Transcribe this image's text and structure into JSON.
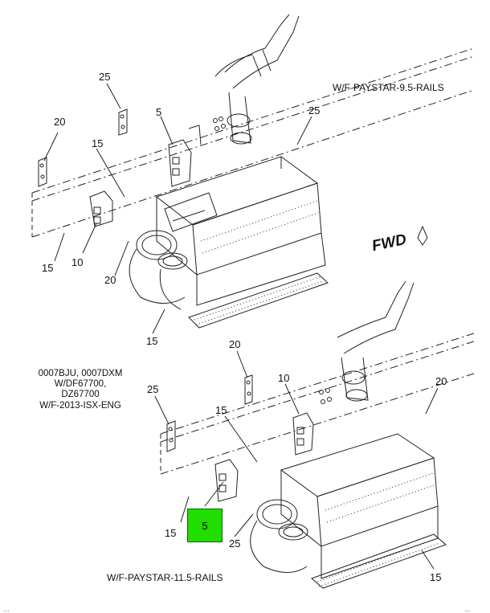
{
  "top_assembly_label": "W/F-PAYSTAR-9.5-RAILS",
  "bottom_assembly_label": "W/F-PAYSTAR-11.5-RAILS",
  "fwd_label": "FWD",
  "engine_note": [
    "0007BJU, 0007DXM",
    "W/DF67700,",
    "DZ67700",
    "W/F-2013-ISX-ENG"
  ],
  "callouts_top": [
    "25",
    "20",
    "5",
    "25",
    "15",
    "10",
    "15",
    "20",
    "15"
  ],
  "callouts_bottom": [
    "20",
    "10",
    "20",
    "25",
    "15",
    "15",
    "25",
    "15"
  ],
  "highlighted_callout": "5",
  "footer_left": "...",
  "footer_right": "..."
}
